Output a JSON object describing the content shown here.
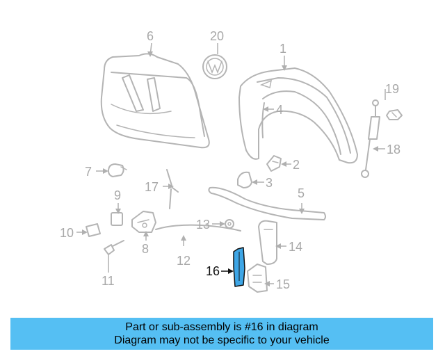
{
  "callouts": [
    {
      "number": "1"
    },
    {
      "number": "2"
    },
    {
      "number": "3"
    },
    {
      "number": "4"
    },
    {
      "number": "5"
    },
    {
      "number": "6"
    },
    {
      "number": "7"
    },
    {
      "number": "8"
    },
    {
      "number": "9"
    },
    {
      "number": "10"
    },
    {
      "number": "11"
    },
    {
      "number": "12"
    },
    {
      "number": "13"
    },
    {
      "number": "14"
    },
    {
      "number": "15"
    },
    {
      "number": "16"
    },
    {
      "number": "17"
    },
    {
      "number": "18"
    },
    {
      "number": "19"
    },
    {
      "number": "20"
    }
  ],
  "highlighted_part": "16",
  "colors": {
    "banner": "#55bff3",
    "highlight_fill": "#3ea6e6",
    "part_lines": "#b4b4b4",
    "active_text": "#111111",
    "inactive_text": "#a8a8a8"
  },
  "banner": {
    "line1": "Part or sub-assembly is #16 in diagram",
    "line2": "Diagram may not be specific to your vehicle"
  }
}
